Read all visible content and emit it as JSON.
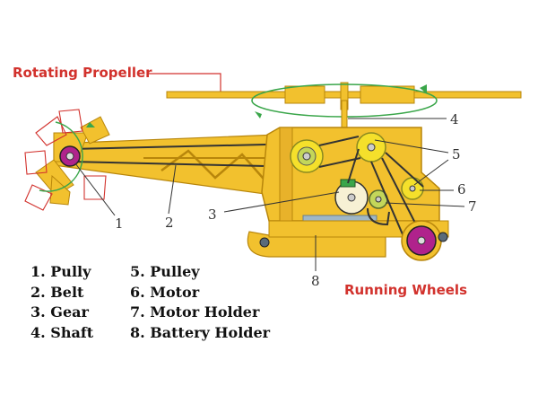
{
  "labels": {
    "rotating_propeller": "Rotating Propeller",
    "running_wheels": "Running Wheels"
  },
  "callouts": [
    "1",
    "2",
    "3",
    "4",
    "5",
    "6",
    "7",
    "8"
  ],
  "legend_left": [
    "1. Pully",
    "2. Belt",
    "3. Gear",
    "4. Shaft"
  ],
  "legend_right": [
    "5. Pulley",
    "6. Motor",
    "7. Motor Holder",
    "8. Battery Holder"
  ],
  "colors": {
    "wood": "#f2c12e",
    "wood_dark": "#b8860b",
    "wheel": "#b0228c",
    "pulley": "#f5e02b",
    "arrow_green": "#3aa64a",
    "arrow_red": "#d2322d",
    "label_red": "#d2322d"
  }
}
